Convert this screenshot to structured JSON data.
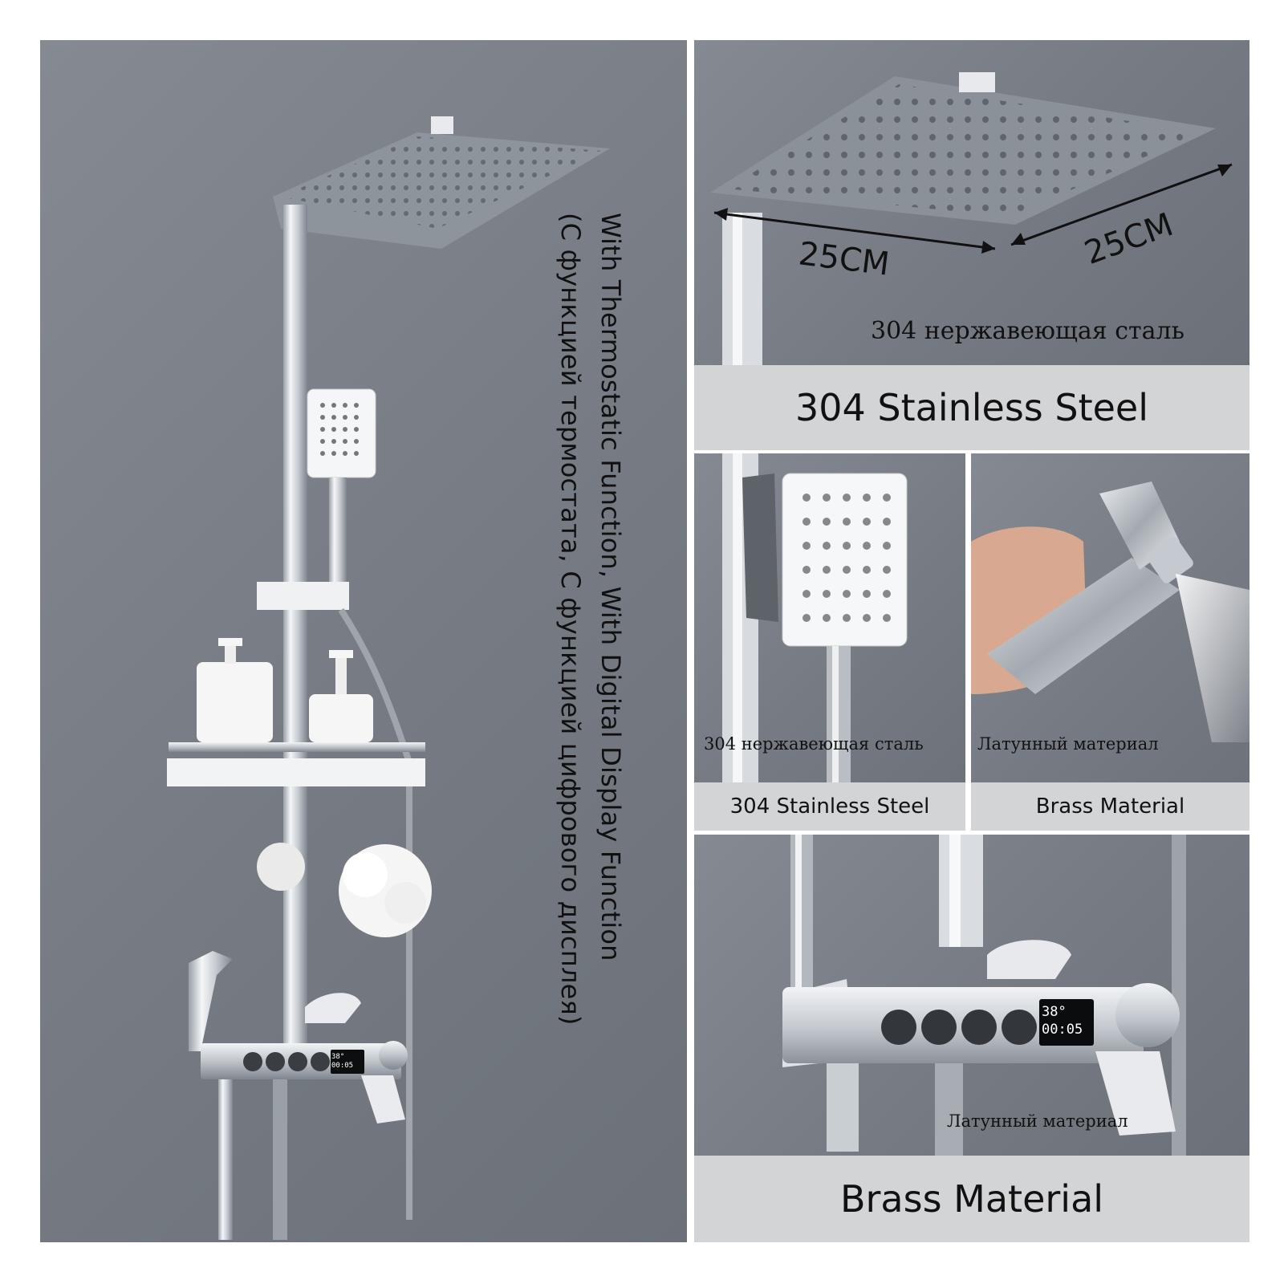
{
  "left_panel": {
    "line1": "With Thermostatic Function, With Digital Display Function",
    "line2": "(С функцией термостата, С функцией цифрового дисплея)",
    "display_temp": "38°",
    "display_time": "00:05"
  },
  "top_right": {
    "dim_left": "25CM",
    "dim_right": "25CM",
    "material_ru": "304 нержавеющая сталь",
    "material_en": "304 Stainless Steel"
  },
  "middle_left": {
    "material_ru": "304 нержавеющая сталь",
    "material_en": "304 Stainless Steel"
  },
  "middle_right": {
    "material_ru": "Латунный материал",
    "material_en": "Brass Material"
  },
  "bottom_right": {
    "display_temp": "38°",
    "display_time": "00:05",
    "material_ru": "Латунный материал",
    "material_en": "Brass Material"
  }
}
